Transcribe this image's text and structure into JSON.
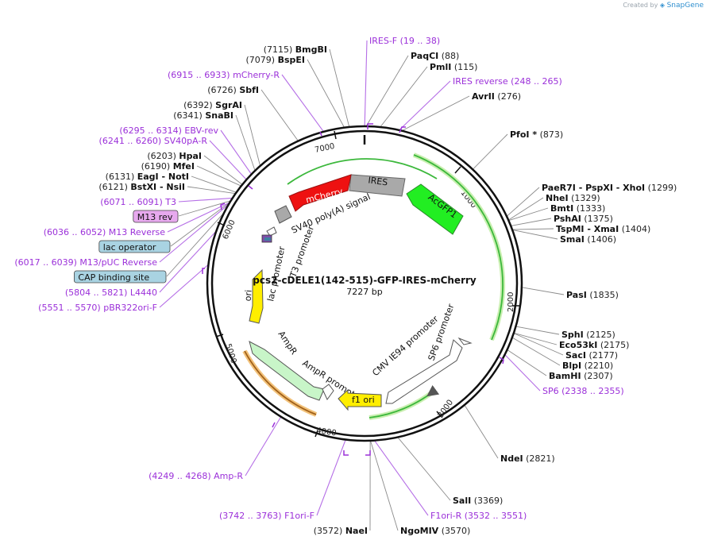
{
  "credit": {
    "prefix": "Created by",
    "brand": "SnapGene"
  },
  "plasmid": {
    "name": "pcs2-cDELE1(142-515)-GFP-IRES-mCherry",
    "length_label": "7227 bp",
    "length": 7227
  },
  "ticks": [
    "1000",
    "2000",
    "3000",
    "4000",
    "5000",
    "6000",
    "7000"
  ],
  "labels": [
    {
      "side": "R",
      "num": "(19 .. 38)",
      "name": "IRES-F",
      "prim": true,
      "order": "name-first",
      "anchor": 0.96
    },
    {
      "side": "R",
      "num": "(88)",
      "name": "PaqCI",
      "order": "name-first",
      "anchor": 12
    },
    {
      "side": "R",
      "num": "(115)",
      "name": "PmlI",
      "order": "name-first",
      "anchor": 115
    },
    {
      "side": "R",
      "num": "(248 .. 265)",
      "name": "IRES reverse",
      "prim": true,
      "order": "name-first",
      "anchor": 256
    },
    {
      "side": "R",
      "num": "(276)",
      "name": "AvrII",
      "order": "name-first",
      "anchor": 276
    },
    {
      "side": "R",
      "num": "(873)",
      "name": "PfoI *",
      "order": "name-first",
      "anchor": 873
    },
    {
      "side": "R",
      "num": "(1299)",
      "name": "PaeR7I - PspXI - XhoI",
      "order": "name-first",
      "anchor": 1299
    },
    {
      "side": "R",
      "num": "(1329)",
      "name": "NheI",
      "order": "name-first",
      "anchor": 1329
    },
    {
      "side": "R",
      "num": "(1333)",
      "name": "BmtI",
      "order": "name-first",
      "anchor": 1333
    },
    {
      "side": "R",
      "num": "(1375)",
      "name": "PshAI",
      "order": "name-first",
      "anchor": 1375
    },
    {
      "side": "R",
      "num": "(1404)",
      "name": "TspMI - XmaI",
      "order": "name-first",
      "anchor": 1404
    },
    {
      "side": "R",
      "num": "(1406)",
      "name": "SmaI",
      "order": "name-first",
      "anchor": 1406
    },
    {
      "side": "R",
      "num": "(1835)",
      "name": "PasI",
      "order": "name-first",
      "anchor": 1835
    },
    {
      "side": "R",
      "num": "(2125)",
      "name": "SphI",
      "order": "name-first",
      "anchor": 2125
    },
    {
      "side": "R",
      "num": "(2175)",
      "name": "Eco53kI",
      "order": "name-first",
      "anchor": 2175
    },
    {
      "side": "R",
      "num": "(2177)",
      "name": "SacI",
      "order": "name-first",
      "anchor": 2177
    },
    {
      "side": "R",
      "num": "(2210)",
      "name": "BlpI",
      "order": "name-first",
      "anchor": 2210
    },
    {
      "side": "R",
      "num": "(2307)",
      "name": "BamHI",
      "order": "name-first",
      "anchor": 2307
    },
    {
      "side": "R",
      "num": "(2338 .. 2355)",
      "name": "SP6",
      "prim": true,
      "order": "name-first",
      "anchor": 2346
    },
    {
      "side": "R",
      "num": "(2821)",
      "name": "NdeI",
      "order": "name-first",
      "anchor": 2821
    },
    {
      "side": "R",
      "num": "(3369)",
      "name": "SalI",
      "order": "name-first",
      "anchor": 3369
    },
    {
      "side": "R",
      "num": "(3532 .. 3551)",
      "name": "F1ori-R",
      "prim": true,
      "order": "name-first",
      "anchor": 3541
    },
    {
      "side": "R",
      "num": "(3570)",
      "name": "NgoMIV",
      "order": "name-first",
      "anchor": 3570
    },
    {
      "side": "L",
      "num": "(3572)",
      "name": "NaeI",
      "anchor": 3572
    },
    {
      "side": "L",
      "num": "(3742 .. 3763)",
      "name": "F1ori-F",
      "prim": true,
      "anchor": 3752
    },
    {
      "side": "L",
      "num": "(4249 .. 4268)",
      "name": "Amp-R",
      "prim": true,
      "anchor": 4258
    },
    {
      "side": "L",
      "num": "(5551 .. 5570)",
      "name": "pBR322ori-F",
      "prim": true,
      "anchor": 5560
    },
    {
      "side": "L",
      "num": "(5804 .. 5821)",
      "name": "L4440",
      "prim": true,
      "anchor": 5812
    },
    {
      "side": "L",
      "box": "CAP binding site",
      "boxColor": "#a9d3e2",
      "anchor": 5960
    },
    {
      "side": "L",
      "num": "(6017 .. 6039)",
      "name": "M13/pUC Reverse",
      "prim": true,
      "anchor": 6028
    },
    {
      "side": "L",
      "box": "lac operator",
      "boxColor": "#a9d3e2",
      "anchor": 6045
    },
    {
      "side": "L",
      "num": "(6036 .. 6052)",
      "name": "M13 Reverse",
      "prim": true,
      "anchor": 6044
    },
    {
      "side": "L",
      "box": "M13 rev",
      "boxColor": "#e7a9ee",
      "anchor": 6058
    },
    {
      "side": "L",
      "num": "(6071 .. 6091)",
      "name": "T3",
      "prim": true,
      "anchor": 6081
    },
    {
      "side": "L",
      "num": "(6121)",
      "name": "BstXI - NsiI",
      "anchor": 6121
    },
    {
      "side": "L",
      "num": "(6131)",
      "name": "EagI - NotI",
      "anchor": 6131
    },
    {
      "side": "L",
      "num": "(6190)",
      "name": "MfeI",
      "anchor": 6190
    },
    {
      "side": "L",
      "num": "(6203)",
      "name": "HpaI",
      "anchor": 6203
    },
    {
      "side": "L",
      "num": "(6241 .. 6260)",
      "name": "SV40pA-R",
      "prim": true,
      "anchor": 6250
    },
    {
      "side": "L",
      "num": "(6295 .. 6314)",
      "name": "EBV-rev",
      "prim": true,
      "anchor": 6304
    },
    {
      "side": "L",
      "num": "(6341)",
      "name": "SnaBI",
      "anchor": 6341
    },
    {
      "side": "L",
      "num": "(6392)",
      "name": "SgrAI",
      "anchor": 6392
    },
    {
      "side": "L",
      "num": "(6726)",
      "name": "SbfI",
      "anchor": 6726
    },
    {
      "side": "L",
      "num": "(6915 .. 6933)",
      "name": "mCherry-R",
      "prim": true,
      "anchor": 6924
    },
    {
      "side": "L",
      "num": "(7079)",
      "name": "BspEI",
      "anchor": 7079
    },
    {
      "side": "L",
      "num": "(7115)",
      "name": "BmgBI",
      "anchor": 7115
    }
  ],
  "features": [
    {
      "label": "IRES",
      "color": "#a9a9a9"
    },
    {
      "label": "AcGFP1",
      "color": "#22ee22"
    },
    {
      "label": "mCherry",
      "color": "#ee1111"
    },
    {
      "label": "SV40 poly(A) signal",
      "color": "#a9a9a9"
    },
    {
      "label": "T3 promoter"
    },
    {
      "label": "lac promoter"
    },
    {
      "label": "ori",
      "color": "#ffee00"
    },
    {
      "label": "AmpR",
      "color": "#c8f5c8"
    },
    {
      "label": "AmpR promoter"
    },
    {
      "label": "f1 ori",
      "color": "#ffee00"
    },
    {
      "label": "CMV IE94 promoter"
    },
    {
      "label": "SP6 promoter"
    }
  ]
}
